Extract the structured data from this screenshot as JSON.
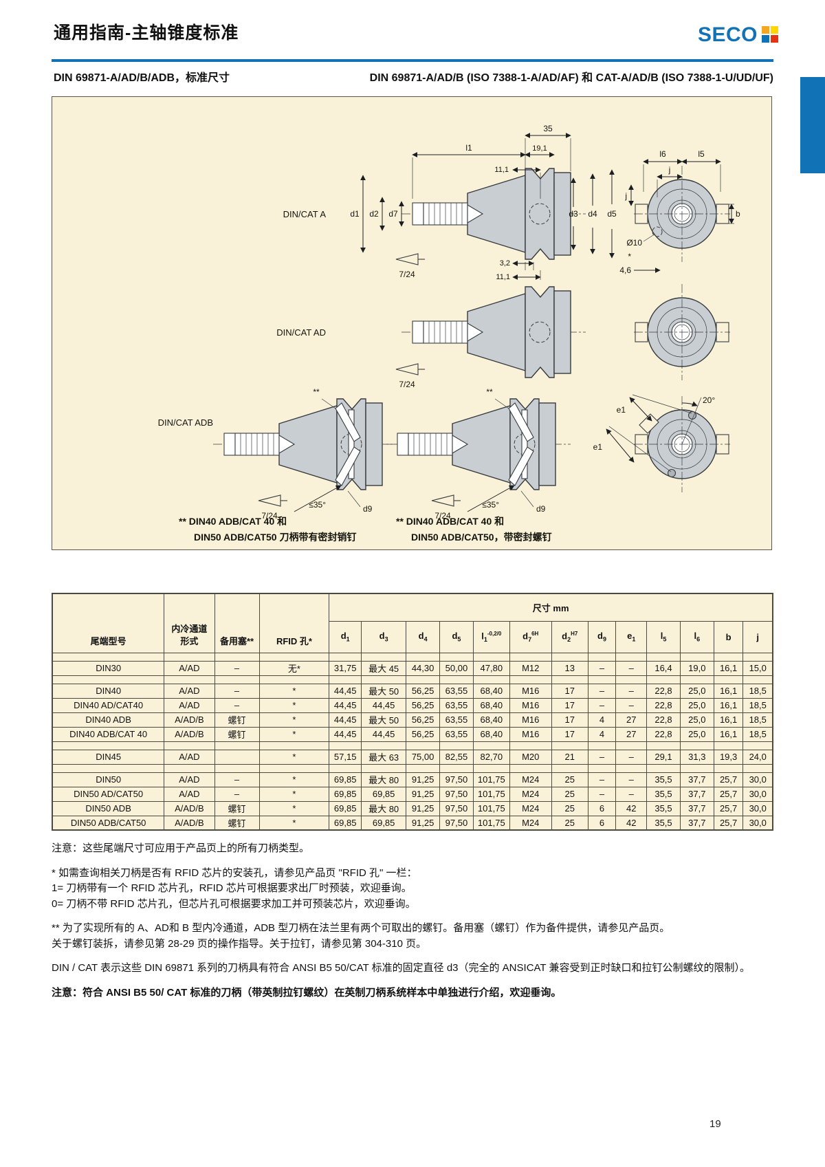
{
  "page": {
    "title": "通用指南-主轴锥度标准",
    "page_number": "19",
    "accent_blue": "#1173b6",
    "panel_bg": "#faf2d8"
  },
  "logo": {
    "text": "SECO",
    "squares": [
      "#f5a623",
      "#ffd600",
      "#1173b6",
      "#e53212"
    ]
  },
  "subtitles": {
    "left": "DIN 69871-A/AD/B/ADB，标准尺寸",
    "right": "DIN 69871-A/AD/B (ISO 7388-1-A/AD/AF) 和 CAT-A/AD/B (ISO 7388-1-U/UD/UF)"
  },
  "drawing": {
    "labels": {
      "a_title": "DIN/CAT A",
      "ad_title": "DIN/CAT AD",
      "adb_title": "DIN/CAT ADB",
      "l1": "l1",
      "d35": "35",
      "d191": "19,1",
      "d111": "11,1",
      "d1": "d1",
      "d2": "d2",
      "d7": "d7",
      "d3": "d3",
      "d4": "d4",
      "d5": "d5",
      "taper": "7/24",
      "d32": "3,2",
      "d111b": "11,1",
      "l6": "l6",
      "l5": "l5",
      "j": "j",
      "b": "b",
      "dia10": "Ø10",
      "d46": "4,6",
      "star": "*",
      "dstar": "**",
      "a35": "≤35°",
      "d9": "d9",
      "a20": "20°",
      "e1": "e1"
    },
    "footnotes": {
      "left1": "** DIN40 ADB/CAT 40 和",
      "left2": "DIN50 ADB/CAT50 刀柄带有密封销钉",
      "right1": "** DIN40 ADB/CAT 40 和",
      "right2": "DIN50 ADB/CAT50，带密封螺钉"
    }
  },
  "table": {
    "group_header": "尺寸 mm",
    "left_headers": [
      "尾端型号",
      "内冷通道\n形式",
      "备用塞**",
      "RFID 孔*"
    ],
    "dim_headers": [
      {
        "b": "d",
        "sub": "1"
      },
      {
        "b": "d",
        "sub": "3"
      },
      {
        "b": "d",
        "sub": "4"
      },
      {
        "b": "d",
        "sub": "5"
      },
      {
        "b": "l",
        "sub": "1",
        "sup": "-0,2/0"
      },
      {
        "b": "d",
        "sub": "7",
        "sup": "6H"
      },
      {
        "b": "d",
        "sub": "2",
        "sup": "H7"
      },
      {
        "b": "d",
        "sub": "9"
      },
      {
        "b": "e",
        "sub": "1"
      },
      {
        "b": "l",
        "sub": "5"
      },
      {
        "b": "l",
        "sub": "6"
      },
      {
        "b": "b"
      },
      {
        "b": "j"
      }
    ],
    "rows": [
      {
        "spacer": true
      },
      {
        "cells": [
          "DIN30",
          "A/AD",
          "–",
          "无*",
          "31,75",
          "最大 45",
          "44,30",
          "50,00",
          "47,80",
          "M12",
          "13",
          "–",
          "–",
          "16,4",
          "19,0",
          "16,1",
          "15,0"
        ]
      },
      {
        "spacer": true
      },
      {
        "cells": [
          "DIN40",
          "A/AD",
          "–",
          "*",
          "44,45",
          "最大 50",
          "56,25",
          "63,55",
          "68,40",
          "M16",
          "17",
          "–",
          "–",
          "22,8",
          "25,0",
          "16,1",
          "18,5"
        ]
      },
      {
        "cells": [
          "DIN40 AD/CAT40",
          "A/AD",
          "–",
          "*",
          "44,45",
          "44,45",
          "56,25",
          "63,55",
          "68,40",
          "M16",
          "17",
          "–",
          "–",
          "22,8",
          "25,0",
          "16,1",
          "18,5"
        ]
      },
      {
        "cells": [
          "DIN40 ADB",
          "A/AD/B",
          "螺钉",
          "*",
          "44,45",
          "最大 50",
          "56,25",
          "63,55",
          "68,40",
          "M16",
          "17",
          "4",
          "27",
          "22,8",
          "25,0",
          "16,1",
          "18,5"
        ]
      },
      {
        "cells": [
          "DIN40 ADB/CAT 40",
          "A/AD/B",
          "螺钉",
          "*",
          "44,45",
          "44,45",
          "56,25",
          "63,55",
          "68,40",
          "M16",
          "17",
          "4",
          "27",
          "22,8",
          "25,0",
          "16,1",
          "18,5"
        ]
      },
      {
        "spacer": true
      },
      {
        "cells": [
          "DIN45",
          "A/AD",
          "",
          "*",
          "57,15",
          "最大 63",
          "75,00",
          "82,55",
          "82,70",
          "M20",
          "21",
          "–",
          "–",
          "29,1",
          "31,3",
          "19,3",
          "24,0"
        ]
      },
      {
        "spacer": true
      },
      {
        "cells": [
          "DIN50",
          "A/AD",
          "–",
          "*",
          "69,85",
          "最大 80",
          "91,25",
          "97,50",
          "101,75",
          "M24",
          "25",
          "–",
          "–",
          "35,5",
          "37,7",
          "25,7",
          "30,0"
        ]
      },
      {
        "cells": [
          "DIN50 AD/CAT50",
          "A/AD",
          "–",
          "*",
          "69,85",
          "69,85",
          "91,25",
          "97,50",
          "101,75",
          "M24",
          "25",
          "–",
          "–",
          "35,5",
          "37,7",
          "25,7",
          "30,0"
        ]
      },
      {
        "cells": [
          "DIN50 ADB",
          "A/AD/B",
          "螺钉",
          "*",
          "69,85",
          "最大 80",
          "91,25",
          "97,50",
          "101,75",
          "M24",
          "25",
          "6",
          "42",
          "35,5",
          "37,7",
          "25,7",
          "30,0"
        ]
      },
      {
        "cells": [
          "DIN50 ADB/CAT50",
          "A/AD/B",
          "螺钉",
          "*",
          "69,85",
          "69,85",
          "91,25",
          "97,50",
          "101,75",
          "M24",
          "25",
          "6",
          "42",
          "35,5",
          "37,7",
          "25,7",
          "30,0"
        ]
      }
    ]
  },
  "notes": [
    {
      "lines": [
        "注意：这些尾端尺寸可应用于产品页上的所有刀柄类型。"
      ]
    },
    {
      "lines": [
        "* 如需查询相关刀柄是否有 RFID 芯片的安装孔，请参见产品页 \"RFID 孔\" 一栏：",
        "1= 刀柄带有一个 RFID 芯片孔，RFID 芯片可根据要求出厂时预装，欢迎垂询。",
        "0= 刀柄不带 RFID 芯片孔，但芯片孔可根据要求加工并可预装芯片，欢迎垂询。"
      ]
    },
    {
      "lines": [
        "** 为了实现所有的 A、AD和 B 型内冷通道，ADB 型刀柄在法兰里有两个可取出的螺钉。备用塞（螺钉）作为备件提供，请参见产品页。",
        "关于螺钉装拆，请参见第 28-29 页的操作指导。关于拉钉，请参见第 304-310 页。"
      ]
    },
    {
      "lines": [
        "DIN / CAT 表示这些 DIN 69871 系列的刀柄具有符合 ANSI B5 50/CAT 标准的固定直径 d3（完全的 ANSICAT 兼容受到正时缺口和拉钉公制螺纹的限制）。"
      ]
    },
    {
      "lines": [
        "注意：符合 ANSI B5 50/ CAT 标准的刀柄（带英制拉钉螺纹）在英制刀柄系统样本中单独进行介绍，欢迎垂询。"
      ],
      "bold": true
    }
  ]
}
